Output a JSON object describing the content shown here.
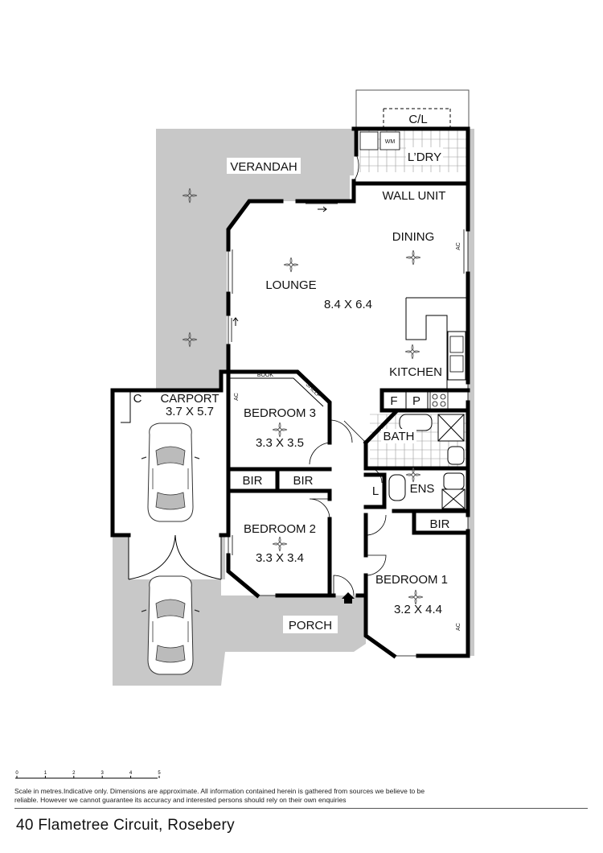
{
  "rooms": {
    "verandah": "VERANDAH",
    "cl": "C/L",
    "laundry": "L’DRY",
    "wm": "WM",
    "wall_unit": "WALL UNIT",
    "dining": "DINING",
    "lounge": "LOUNGE",
    "lounge_size": "8.4 X 6.4",
    "kitchen": "KITCHEN",
    "book": "BOOK",
    "shelf": "SHELF",
    "carport": "CARPORT",
    "carport_size": "3.7 X 5.7",
    "carport_c": "C",
    "bedroom3": "BEDROOM 3",
    "bedroom3_size": "3.3 X 3.5",
    "fridge": "F",
    "pantry": "P",
    "bath": "BATH",
    "bir1": "BIR",
    "bir2": "BIR",
    "bir3": "BIR",
    "linen": "L",
    "ens": "ENS",
    "bedroom2": "BEDROOM 2",
    "bedroom2_size": "3.3 X 3.4",
    "bedroom1": "BEDROOM 1",
    "bedroom1_size": "3.2 X 4.4",
    "porch": "PORCH",
    "ac": "AC"
  },
  "scale": {
    "ticks": [
      "0",
      "1",
      "2",
      "3",
      "4",
      "5"
    ]
  },
  "disclaimer": "Scale in metres.Indicative only. Dimensions are approximate. All information contained herein is gathered from sources we believe to be reliable. However we cannot guarantee its accuracy and interested persons should rely on their own enquiries",
  "address": "40 Flametree Circuit, Rosebery"
}
